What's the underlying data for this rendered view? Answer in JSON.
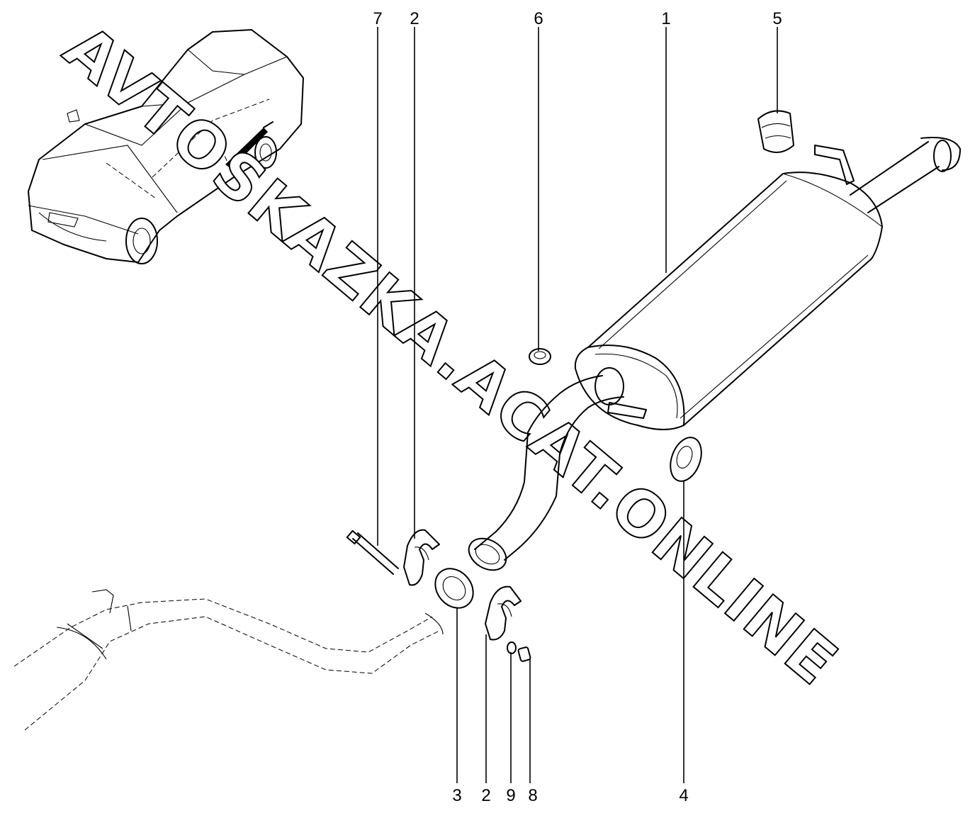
{
  "watermark": "AVTOSKAZKA.ACAT.ONLINE",
  "callouts": [
    {
      "id": "c7a",
      "label": "7"
    },
    {
      "id": "c2a",
      "label": "2"
    },
    {
      "id": "c6",
      "label": "6"
    },
    {
      "id": "c1",
      "label": "1"
    },
    {
      "id": "c5",
      "label": "5"
    },
    {
      "id": "c3",
      "label": "3"
    },
    {
      "id": "c2b",
      "label": "2"
    },
    {
      "id": "c9",
      "label": "9"
    },
    {
      "id": "c8",
      "label": "8"
    },
    {
      "id": "c4",
      "label": "4"
    }
  ]
}
